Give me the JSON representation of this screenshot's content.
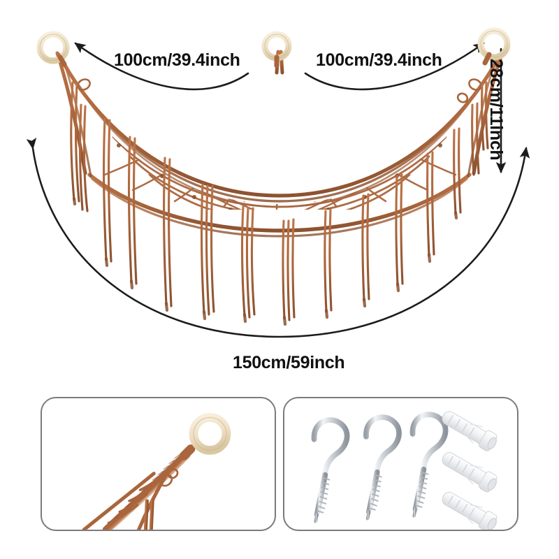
{
  "product": {
    "name": "macrame hanging hammock net",
    "cord_color": "#a9653c",
    "cord_color_dark": "#8a4f2d",
    "cord_color_light": "#c08055",
    "ring_color": "#efe3cb",
    "ring_shadow": "#d9c9a8",
    "hardware_metal": "#c9cdd2",
    "hardware_metal_light": "#f2f4f6",
    "hardware_metal_dark": "#9aa0a7",
    "anchor_white": "#f4f5f7",
    "anchor_shadow": "#d5d8dc"
  },
  "dimensions": {
    "left_span": "100cm/39.4inch",
    "right_span": "100cm/39.4inch",
    "bottom_span": "150cm/59inch",
    "height": "28cm/11inch"
  },
  "annotations": {
    "arrow_color": "#1c1c1c",
    "line_width": 2.6
  },
  "panels": {
    "detail": {
      "name": "ring-and-cord-closeup",
      "border_color": "#7b7b7b"
    },
    "hardware": {
      "name": "mounting-hardware",
      "border_color": "#7b7b7b",
      "hooks_count": 3,
      "anchors_count": 3
    }
  }
}
